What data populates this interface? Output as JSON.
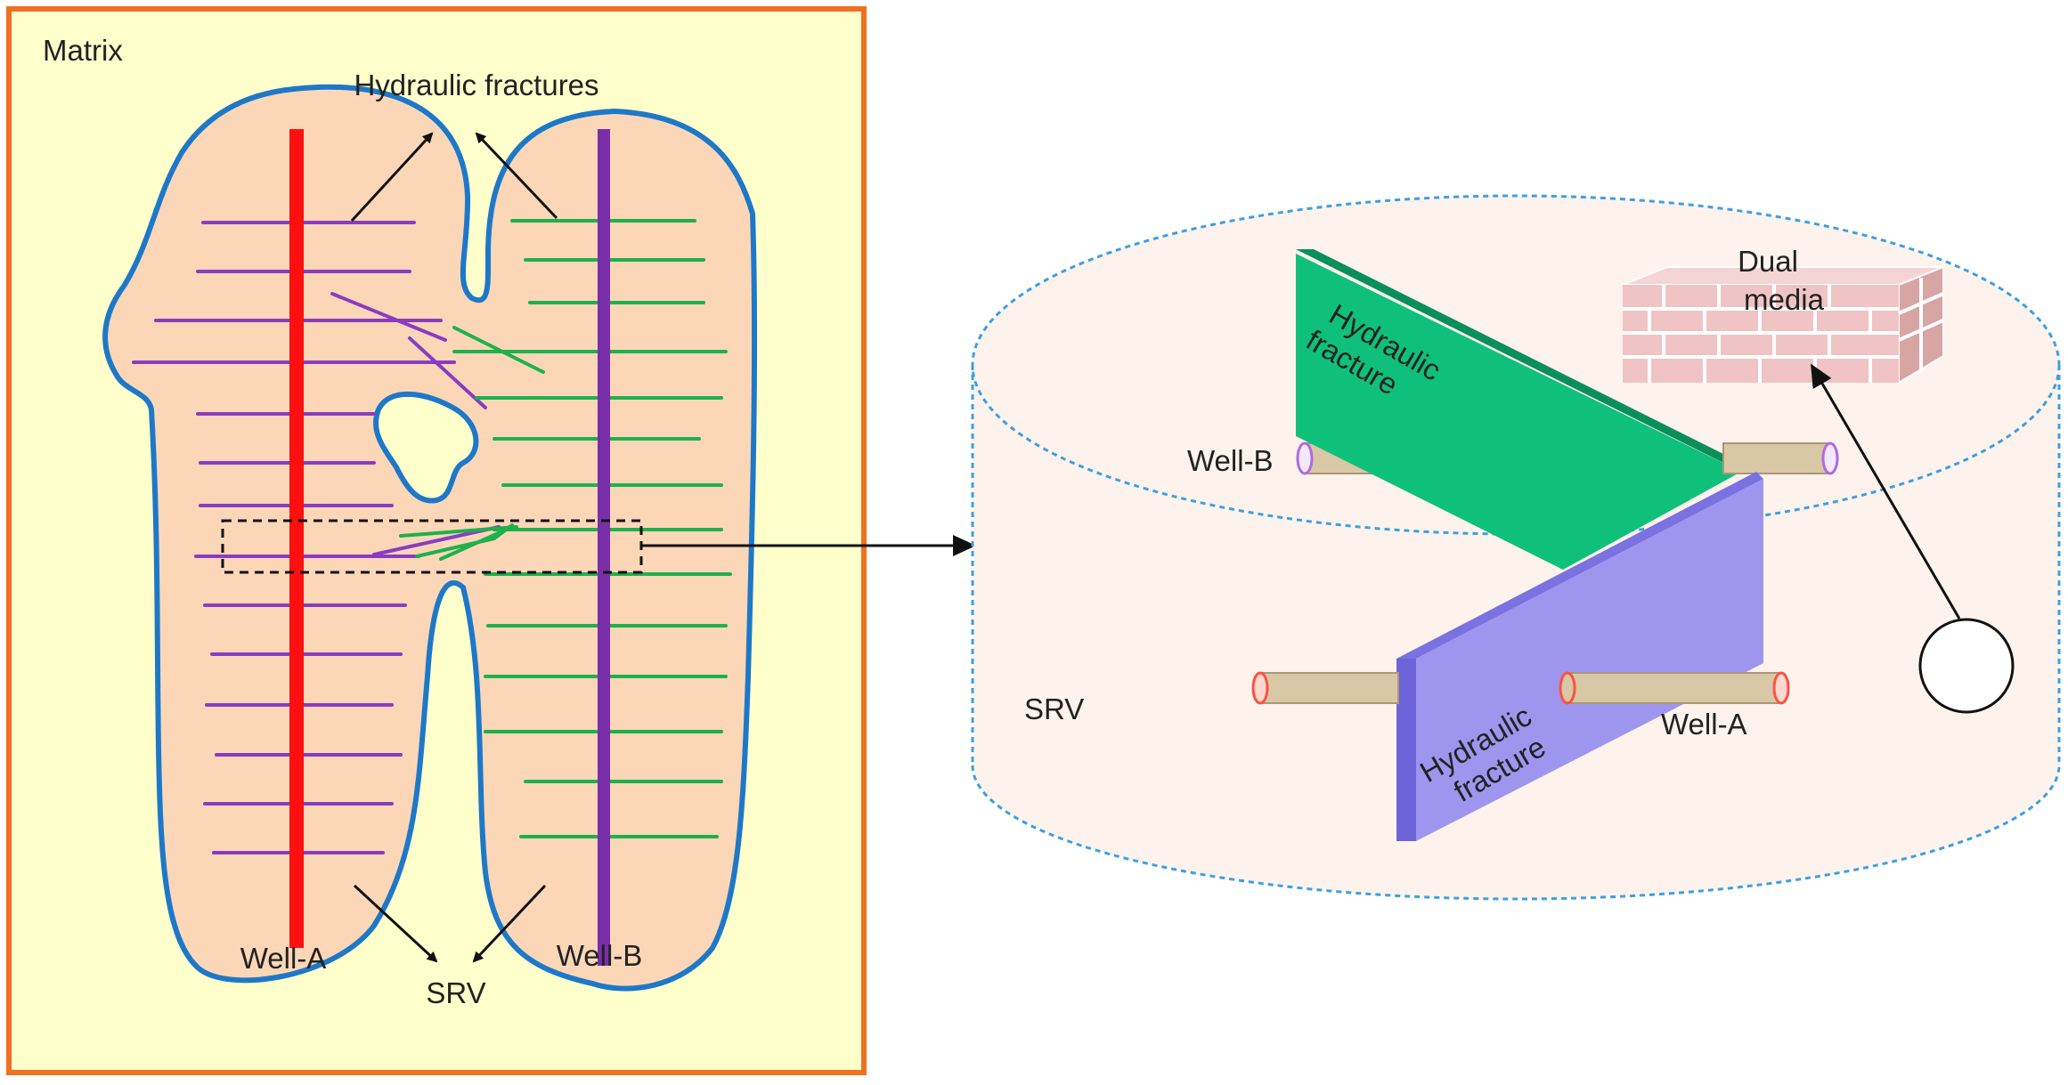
{
  "left_panel": {
    "matrix_label": "Matrix",
    "hydraulic_fractures_label": "Hydraulic fractures",
    "well_a_label": "Well-A",
    "well_b_label": "Well-B",
    "srv_label": "SRV"
  },
  "right_panel": {
    "dual_media_label_line1": "Dual",
    "dual_media_label_line2": "media",
    "upper_fracture_line1": "Hydraulic",
    "upper_fracture_line2": "fracture",
    "lower_fracture_line1": "Hydraulic",
    "lower_fracture_line2": "fracture",
    "well_b_label": "Well-B",
    "well_a_label": "Well-A",
    "srv_label": "SRV"
  },
  "colors": {
    "panel_background": "#ffffcc",
    "panel_border": "#f07020",
    "srv_fill": "#fbd7b8",
    "srv_outline": "#1e78c8",
    "well_a": "#ff1010",
    "well_b": "#7a2fa8",
    "fractures_well_a": "#8a3cc0",
    "fractures_well_b": "#1fb04c",
    "green_fracture_plane": "#0fc07a",
    "purple_fracture_plane": "#9e96ee",
    "pipe_fill": "#d8c8a6",
    "cylinder_fill": "#fdf3ec",
    "cylinder_outline": "#3da0e0",
    "dual_media_block": "#f0c4c4"
  }
}
